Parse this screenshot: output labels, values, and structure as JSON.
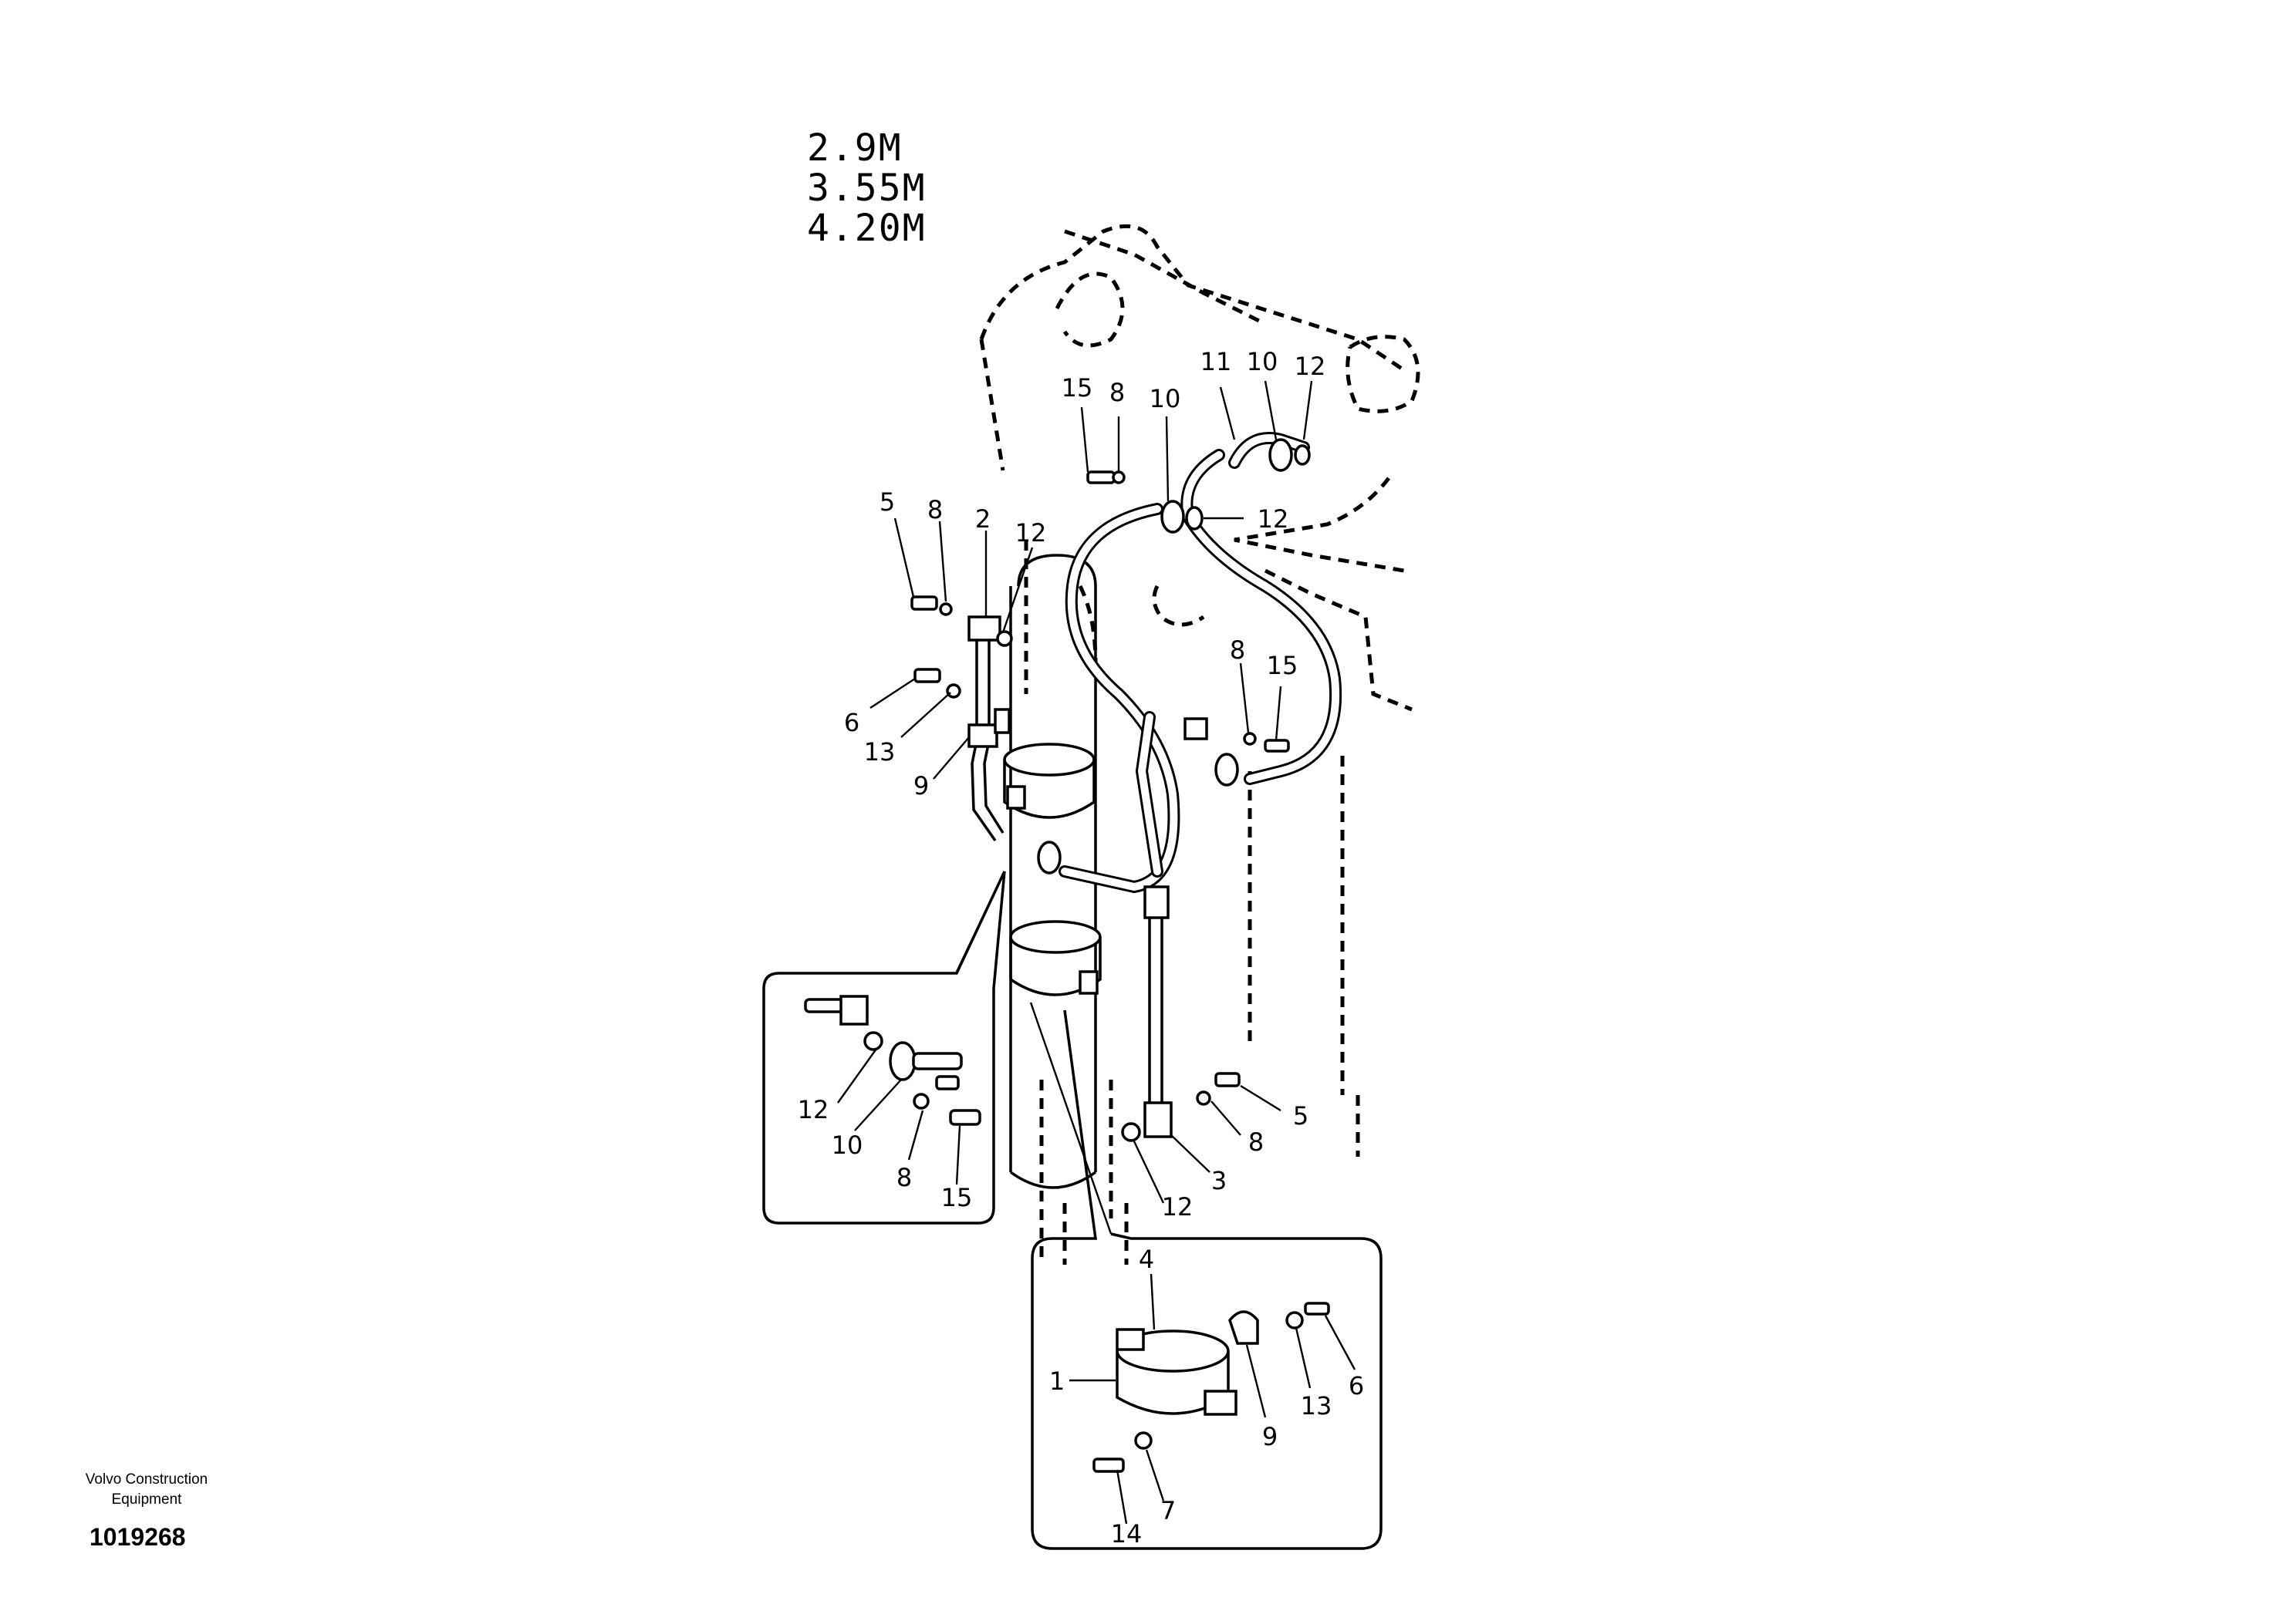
{
  "variants": [
    "2.9M",
    "3.55M",
    "4.20M"
  ],
  "callouts": {
    "c15a": "15",
    "c8a": "8",
    "c10a": "10",
    "c11": "11",
    "c10b": "10",
    "c12a": "12",
    "c12b": "12",
    "c5a": "5",
    "c8b": "8",
    "c2": "2",
    "c12c": "12",
    "c6a": "6",
    "c13a": "13",
    "c9a": "9",
    "c8c": "8",
    "c15b": "15",
    "c12d": "12",
    "c10c": "10",
    "c8d": "8",
    "c15c": "15",
    "c5b": "5",
    "c8e": "8",
    "c3": "3",
    "c12e": "12",
    "c4": "4",
    "c1": "1",
    "c9b": "9",
    "c13b": "13",
    "c6b": "6",
    "c14": "14",
    "c7": "7"
  },
  "footer": {
    "brand_line1": "Volvo Construction",
    "brand_line2": "Equipment",
    "drawing_number": "1019268"
  }
}
